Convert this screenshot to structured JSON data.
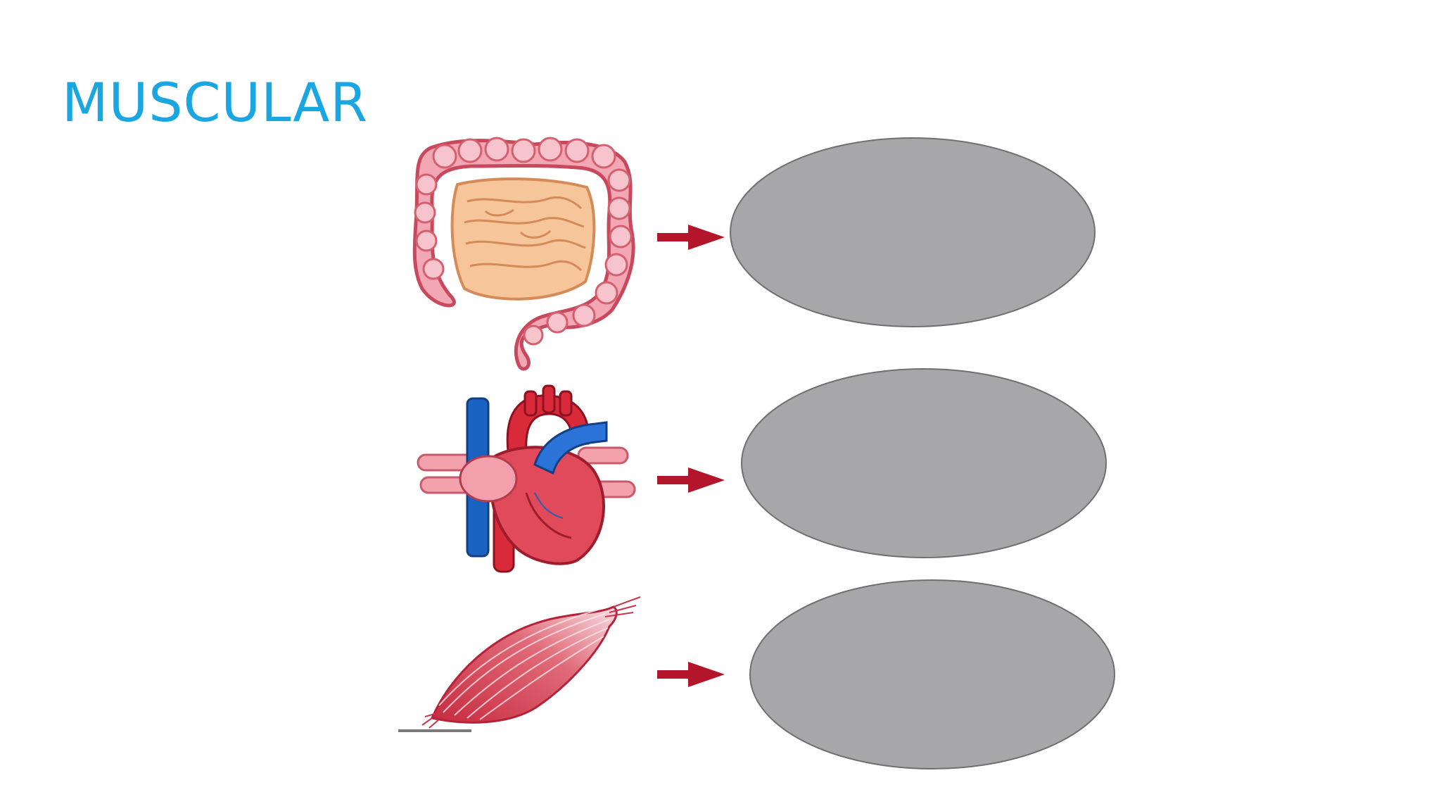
{
  "slide": {
    "title": "MUSCULAR"
  },
  "colors": {
    "title": "#1aa6e0",
    "ellipse_fill": "#a7a6a8",
    "ellipse_stroke": "#6f6f70",
    "arrow": "#b3162b"
  },
  "rows": [
    {
      "image_icon": "intestines-icon",
      "arrow_icon": "arrow-right-icon",
      "answer_shape": "blank-ellipse"
    },
    {
      "image_icon": "heart-icon",
      "arrow_icon": "arrow-right-icon",
      "answer_shape": "blank-ellipse"
    },
    {
      "image_icon": "skeletal-muscle-icon",
      "arrow_icon": "arrow-right-icon",
      "answer_shape": "blank-ellipse"
    }
  ]
}
